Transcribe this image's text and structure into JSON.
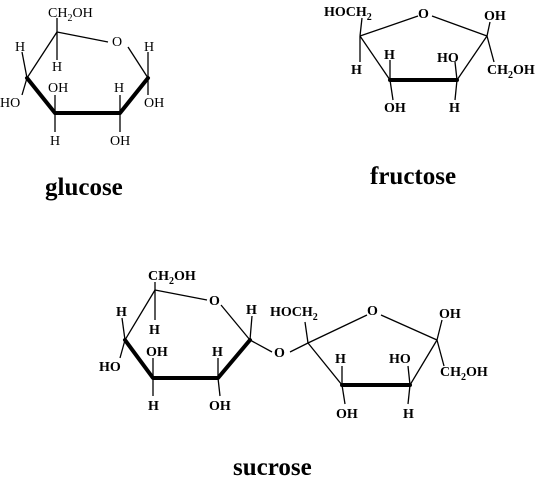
{
  "labels": {
    "glucose": "glucose",
    "fructose": "fructose",
    "sucrose": "sucrose"
  },
  "atoms": {
    "O": "O",
    "H": "H",
    "OH": "OH",
    "HO": "HO",
    "CH2OH_prefix": "CH",
    "CH2OH_sub": "2",
    "CH2OH_suffix": "OH",
    "HOCH2_prefix": "HOCH",
    "HOCH2_sub": "2"
  }
}
